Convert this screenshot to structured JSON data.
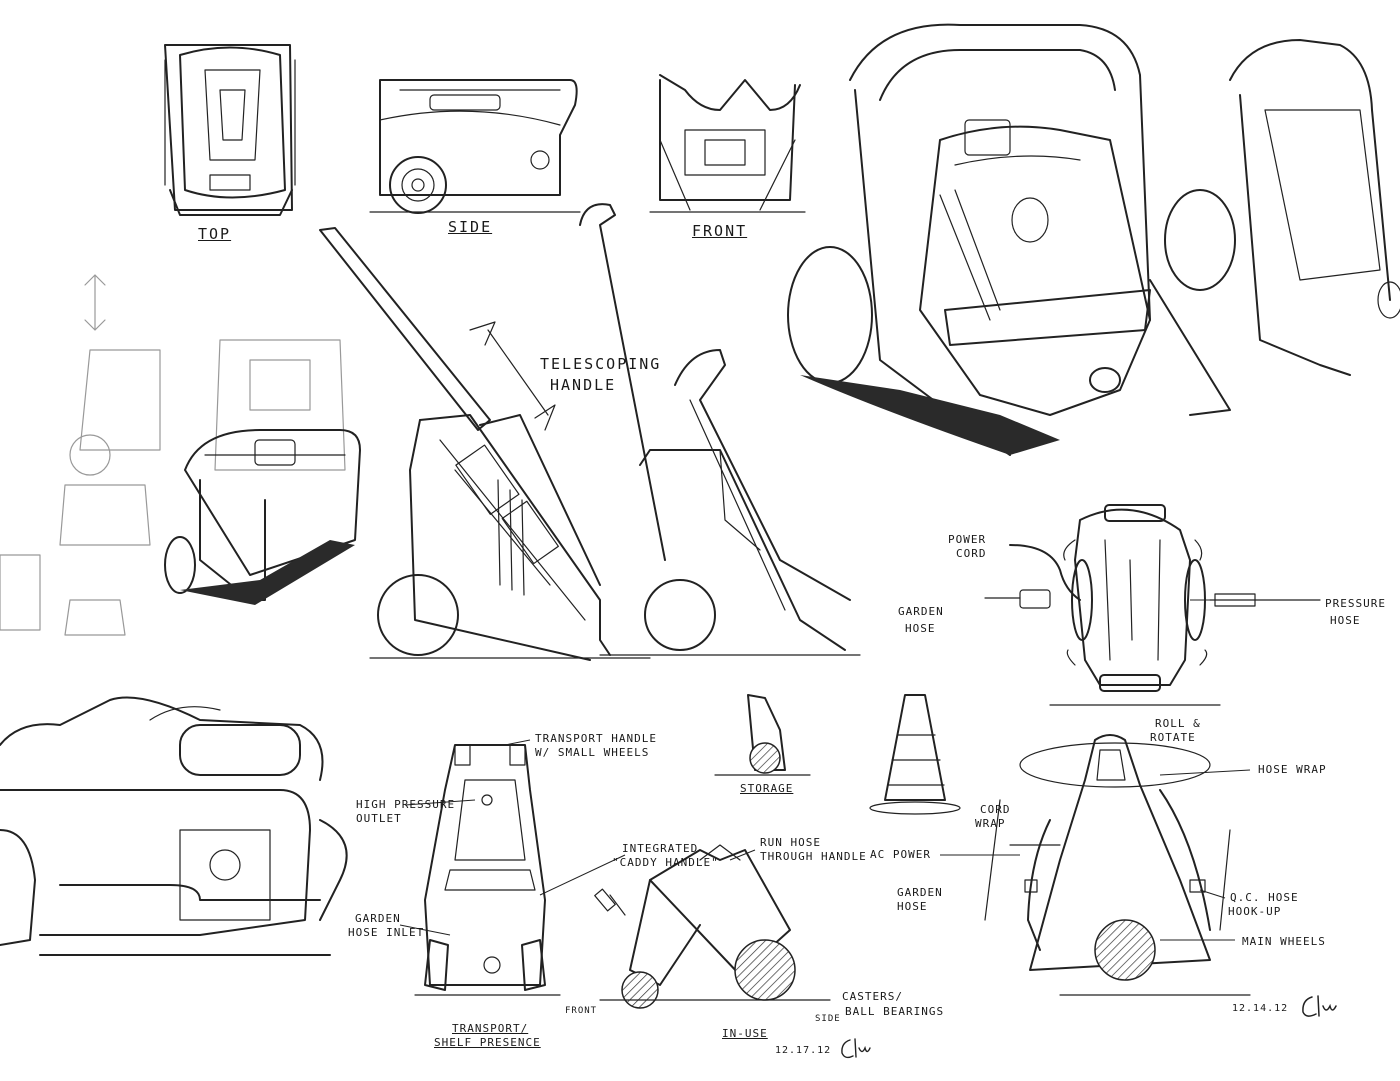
{
  "views": {
    "top": "Top",
    "side": "Side",
    "front": "Front"
  },
  "labels": {
    "telescoping_handle": [
      "Telescoping",
      "Handle"
    ],
    "power_cord": [
      "Power",
      "Cord"
    ],
    "garden_hose": [
      "Garden",
      "Hose"
    ],
    "pressure_hose": [
      "Pressure",
      "Hose"
    ],
    "roll_rotate": [
      "Roll &",
      "Rotate"
    ],
    "transport_handle": [
      "Transport Handle",
      "w/ Small Wheels"
    ],
    "high_pressure_outlet": [
      "High Pressure",
      "Outlet"
    ],
    "integrated_caddy": [
      "Integrated",
      "\"Caddy Handle\""
    ],
    "run_hose": [
      "Run Hose",
      "Through Handle"
    ],
    "garden_hose_inlet": [
      "Garden",
      "Hose Inlet"
    ],
    "front": "Front",
    "side": "Side",
    "transport_shelf": [
      "Transport/",
      "Shelf Presence"
    ],
    "in_use": "In-Use",
    "storage": "Storage",
    "cord_wrap": [
      "Cord",
      "Wrap"
    ],
    "hose_wrap": "Hose Wrap",
    "ac_power": "AC Power",
    "garden_hose_2": [
      "Garden",
      "Hose"
    ],
    "qc_hose": [
      "Q.C. Hose",
      "Hook-Up"
    ],
    "main_wheels": "Main Wheels",
    "casters": [
      "Casters/",
      "Ball Bearings"
    ],
    "date_1": "12.14.12",
    "date_2": "12.17.12"
  },
  "colors": {
    "paper": "#ffffff",
    "ink": "#222222",
    "faint_ink": "#999999"
  }
}
